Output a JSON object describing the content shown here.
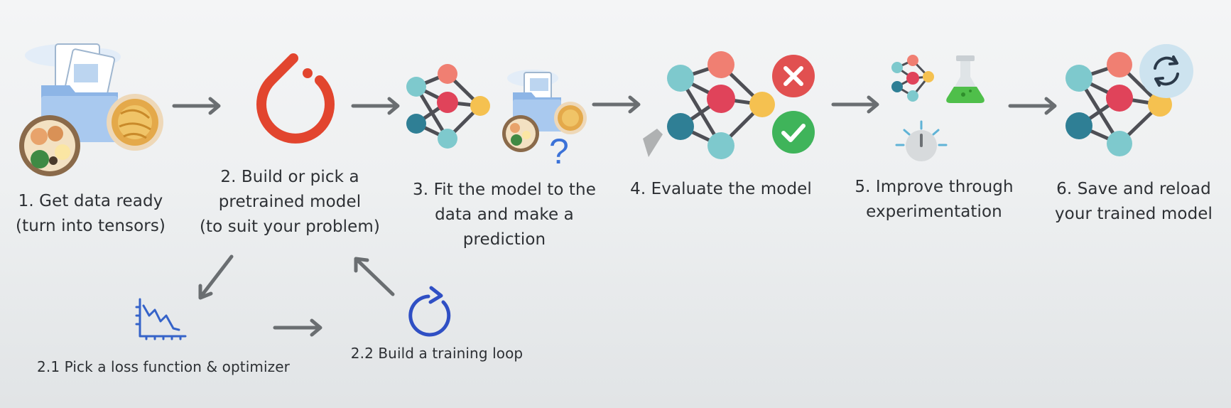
{
  "steps": [
    {
      "id": "step-1",
      "lines": [
        "1. Get data ready",
        "(turn into tensors)"
      ]
    },
    {
      "id": "step-2",
      "lines": [
        "2. Build or pick a",
        "pretrained model",
        "(to suit your problem)"
      ]
    },
    {
      "id": "step-3",
      "lines": [
        "3. Fit the model to the",
        "data and make a",
        "prediction"
      ]
    },
    {
      "id": "step-4",
      "lines": [
        "4. Evaluate the model"
      ]
    },
    {
      "id": "step-5",
      "lines": [
        "5. Improve through",
        "experimentation"
      ]
    },
    {
      "id": "step-6",
      "lines": [
        "6. Save and reload",
        "your trained model"
      ]
    }
  ],
  "substeps": [
    {
      "id": "step-2-1",
      "text": "2.1 Pick a loss function & optimizer"
    },
    {
      "id": "step-2-2",
      "text": "2.2 Build a training loop"
    }
  ],
  "question_mark": "?",
  "colors": {
    "node_teal": "#7ec9cd",
    "node_dark_teal": "#2f7f95",
    "node_red": "#e0435a",
    "node_salmon": "#f07f72",
    "node_yellow": "#f5c150",
    "pytorch_red": "#e2452e",
    "cross_red": "#e15050",
    "check_green": "#3fb45a",
    "blue_icon": "#2f5bd1",
    "flask_green": "#4fbf4a",
    "arrow_gray": "#6a6e71"
  },
  "icons": [
    "data-folder-icon",
    "food-bowl-icon",
    "pytorch-logo-icon",
    "neural-network-icon",
    "cross-icon",
    "check-icon",
    "flask-icon",
    "dial-icon",
    "refresh-icon",
    "loss-chart-icon",
    "loop-icon"
  ]
}
